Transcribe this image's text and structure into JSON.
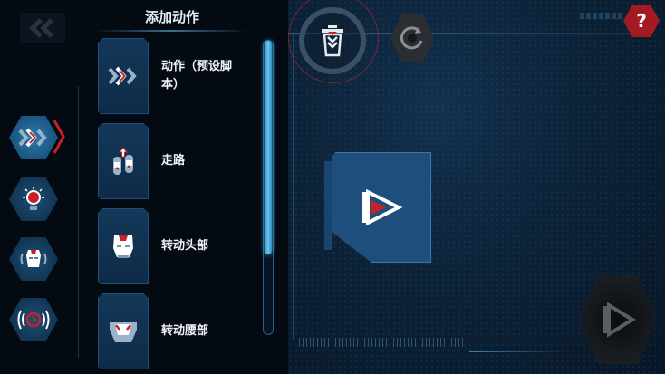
{
  "header": {
    "title": "添加动作"
  },
  "sidebar": {
    "categories": [
      {
        "id": "actions",
        "icon": "chevrons-icon",
        "active": true
      },
      {
        "id": "lights",
        "icon": "light-bulb-icon",
        "active": false
      },
      {
        "id": "sound",
        "icon": "robot-head-sound-icon",
        "active": false
      },
      {
        "id": "timer",
        "icon": "timer-icon",
        "active": false
      }
    ]
  },
  "list": {
    "items": [
      {
        "label": "动作（预设脚本）",
        "icon": "chevrons-icon"
      },
      {
        "label": "走路",
        "icon": "footprints-icon"
      },
      {
        "label": "转动头部",
        "icon": "robot-head-icon"
      },
      {
        "label": "转动腰部",
        "icon": "robot-waist-icon"
      }
    ]
  },
  "toolbar": {
    "help_label": "?",
    "trash_icon": "trash-icon",
    "reset_icon": "reset-icon",
    "run_icon": "play-icon"
  },
  "canvas": {
    "start_block_icon": "play-icon"
  },
  "colors": {
    "accent_red": "#c8202a",
    "accent_blue": "#4fb3e8",
    "panel_blue": "#1d4e7c"
  }
}
